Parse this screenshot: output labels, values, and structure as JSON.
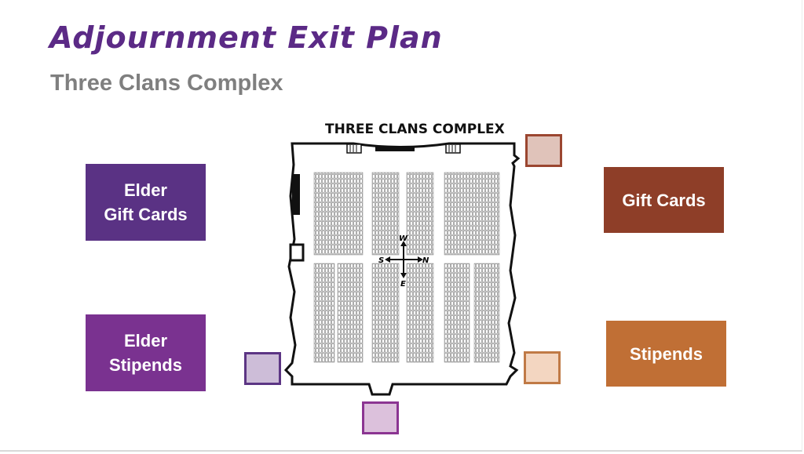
{
  "slide": {
    "title": "Adjournment Exit Plan",
    "subtitle": "Three Clans Complex"
  },
  "floor_plan": {
    "label": "THREE CLANS COMPLEX",
    "compass": {
      "w": "W",
      "s": "S",
      "n": "N",
      "e": "E"
    }
  },
  "callouts": {
    "elder_gift_cards": {
      "label": "Elder\nGift Cards",
      "color": "#5a3284"
    },
    "gift_cards": {
      "label": "Gift Cards",
      "color": "#8e3e28"
    },
    "elder_stipends": {
      "label": "Elder\nStipends",
      "color": "#7a3290"
    },
    "stipends": {
      "label": "Stipends",
      "color": "#c06f35"
    }
  },
  "exit_markers": {
    "top_right": {
      "fill": "#e0c3ba",
      "border": "#9b4630"
    },
    "left_bottom": {
      "fill": "#cdbdd8",
      "border": "#5c3584"
    },
    "bottom_center": {
      "fill": "#dcc1dc",
      "border": "#8b3592"
    },
    "right_bottom": {
      "fill": "#f3d6c1",
      "border": "#c07a46"
    }
  }
}
